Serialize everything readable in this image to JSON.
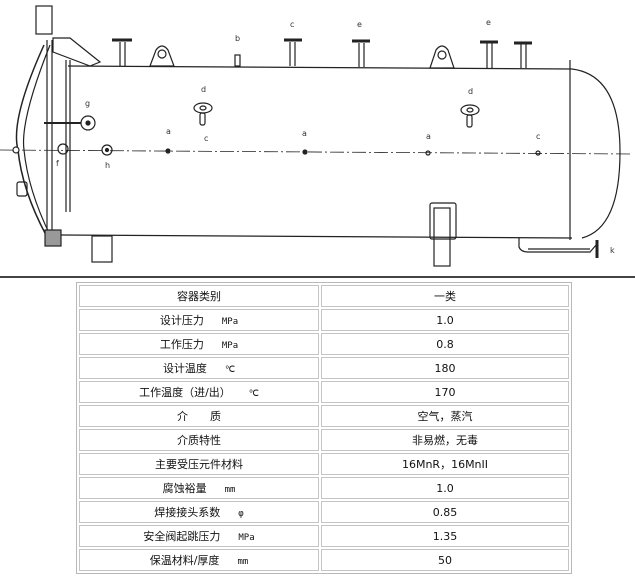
{
  "drawing": {
    "labels": {
      "a": "a",
      "b": "b",
      "c": "c",
      "d": "d",
      "e": "e",
      "f": "f",
      "g": "g",
      "h": "h",
      "k": "k"
    }
  },
  "table": {
    "rows": [
      {
        "name": "容器类别",
        "unit": "",
        "value": "一类"
      },
      {
        "name": "设计压力",
        "unit": "MPa",
        "value": "1.0"
      },
      {
        "name": "工作压力",
        "unit": "MPa",
        "value": "0.8"
      },
      {
        "name": "设计温度",
        "unit": "℃",
        "value": "180"
      },
      {
        "name": "工作温度（进/出）",
        "unit": "℃",
        "value": "170"
      },
      {
        "name": "介　　质",
        "unit": "",
        "value": "空气，蒸汽"
      },
      {
        "name": "介质特性",
        "unit": "",
        "value": "非易燃，无毒"
      },
      {
        "name": "主要受压元件材料",
        "unit": "",
        "value": "16MnR，16MnII"
      },
      {
        "name": "腐蚀裕量",
        "unit": "mm",
        "value": "1.0"
      },
      {
        "name": "焊接接头系数",
        "unit": "φ",
        "value": "0.85"
      },
      {
        "name": "安全阀起跳压力",
        "unit": "MPa",
        "value": "1.35"
      },
      {
        "name": "保温材料/厚度",
        "unit": "mm",
        "value": "50"
      }
    ]
  }
}
